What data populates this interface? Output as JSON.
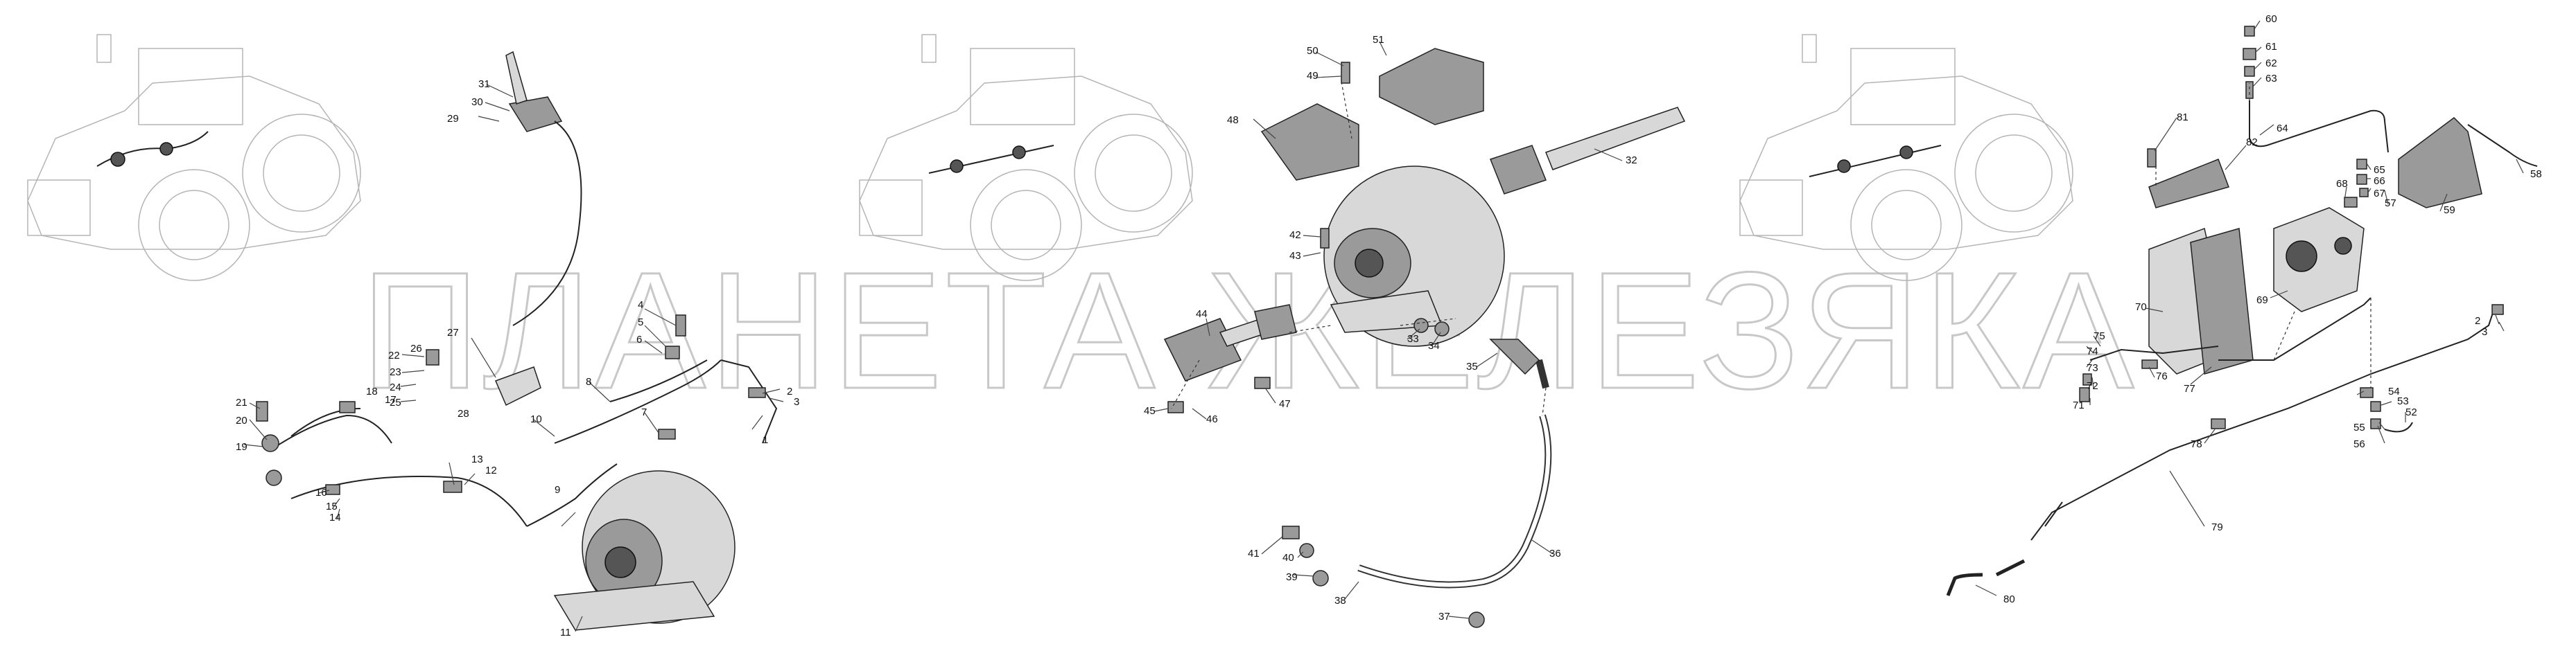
{
  "watermark": "ПЛАНЕТА ЖЕЛЕЗЯКА",
  "colors": {
    "line": "#222222",
    "part_fill": "#9a9a9a",
    "ghost": "#b5b5b5",
    "watermark": "#c8c8c8"
  },
  "callouts": [
    "1",
    "2",
    "3",
    "4",
    "5",
    "6",
    "7",
    "8",
    "9",
    "10",
    "11",
    "12",
    "13",
    "14",
    "15",
    "16",
    "17",
    "18",
    "19",
    "20",
    "21",
    "22",
    "23",
    "24",
    "25",
    "26",
    "27",
    "28",
    "29",
    "30",
    "31",
    "32",
    "33",
    "34",
    "35",
    "36",
    "37",
    "38",
    "39",
    "40",
    "41",
    "42",
    "43",
    "44",
    "45",
    "46",
    "47",
    "48",
    "49",
    "50",
    "51",
    "52",
    "53",
    "54",
    "55",
    "56",
    "57",
    "58",
    "59",
    "60",
    "61",
    "62",
    "63",
    "64",
    "65",
    "66",
    "67",
    "68",
    "69",
    "70",
    "71",
    "72",
    "73",
    "74",
    "75",
    "76",
    "77",
    "78",
    "79",
    "80",
    "81",
    "82",
    "2",
    "3"
  ]
}
